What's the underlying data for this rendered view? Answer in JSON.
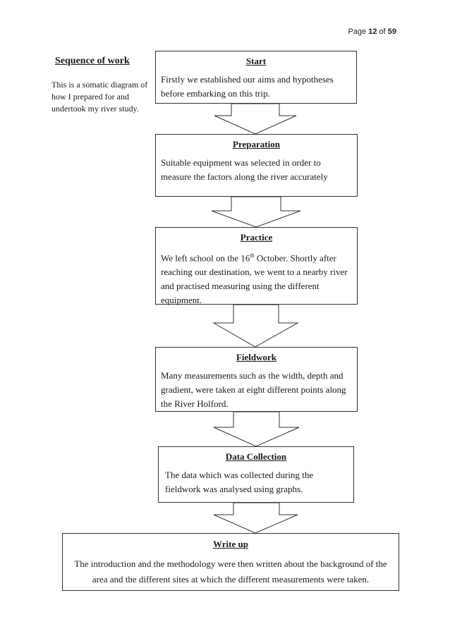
{
  "page_number": {
    "prefix": "Page ",
    "current": "12",
    "of": " of ",
    "total": "59"
  },
  "sidebar": {
    "heading": "Sequence of work",
    "description": "This is a somatic diagram of how I prepared for and undertook my river study."
  },
  "steps": {
    "start": {
      "title": "Start",
      "text": "Firstly we established our aims and hypotheses before embarking on this trip."
    },
    "preparation": {
      "title": "Preparation",
      "text": "Suitable equipment was selected in order to measure the factors along the river accurately"
    },
    "practice": {
      "title": "Practice",
      "text_before": "We left school on the 16",
      "superscript": "th",
      "text_after": " October. Shortly after reaching our destination, we went to a nearby river and practised measuring using the different equipment."
    },
    "fieldwork": {
      "title": "Fieldwork",
      "text": "Many measurements such as the width, depth and gradient, were taken at eight different points along the River Holford."
    },
    "data_collection": {
      "title": "Data Collection",
      "text": "The data which was collected during the fieldwork was analysed using graphs."
    },
    "write_up": {
      "title": "Write up",
      "text": "The introduction and the methodology were then written about the background of the area and the different sites at which the different measurements were taken."
    }
  }
}
